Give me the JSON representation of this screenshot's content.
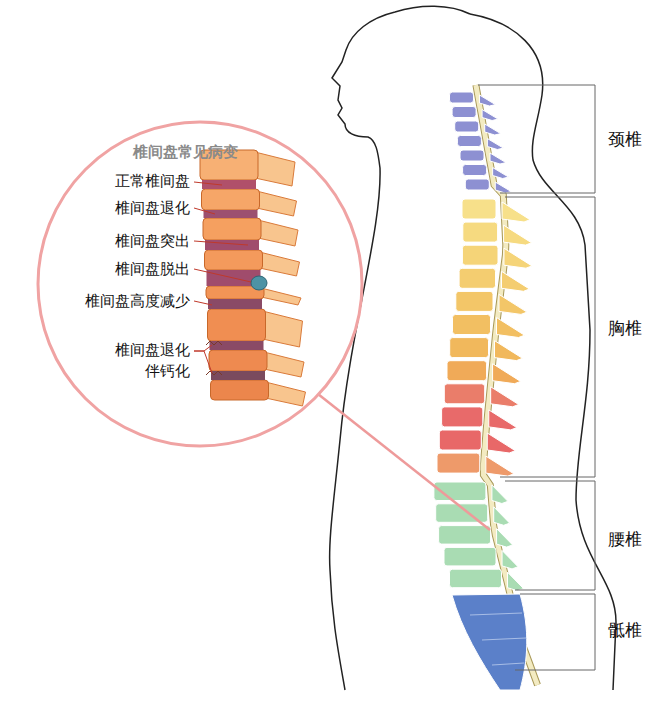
{
  "diagram": {
    "title": "椎间盘常见病变",
    "labels": [
      "正常椎间盘",
      "椎间盘退化",
      "椎间盘突出",
      "椎间盘脱出",
      "椎间盘高度减少",
      "椎间盘退化 伴钙化",
      "颈椎",
      "胸椎",
      "腰椎",
      "骶椎"
    ]
  }
}
